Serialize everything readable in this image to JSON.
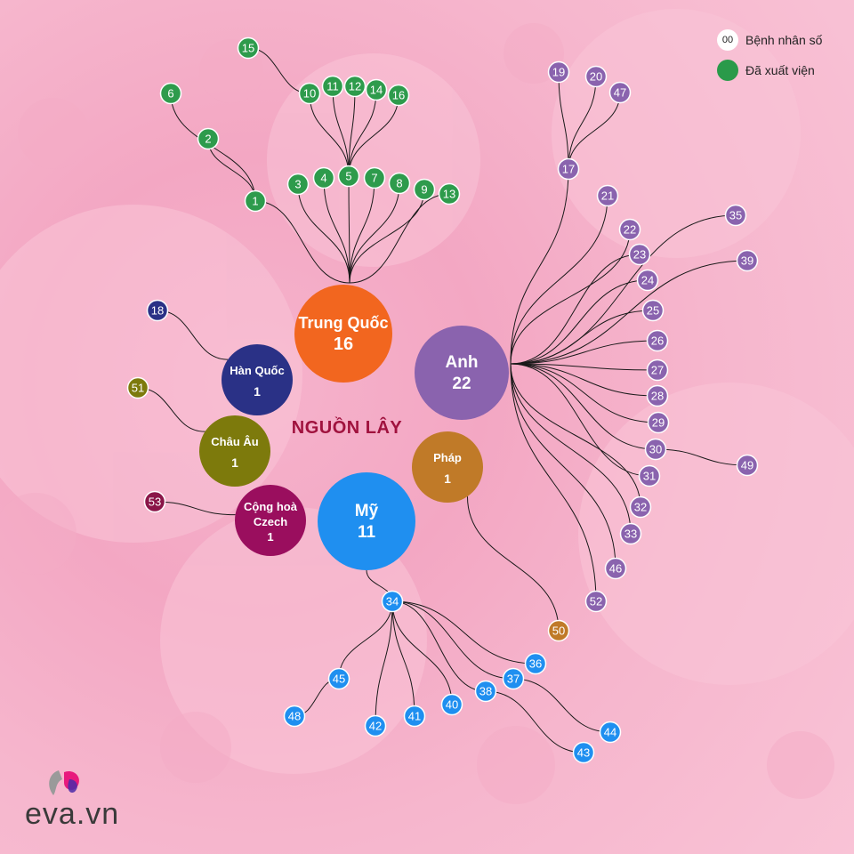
{
  "center_label": "NGUỒN LÂY",
  "legend": {
    "patient_label": "Bệnh nhân số",
    "patient_sample": "00",
    "discharged_label": "Đã xuất viện"
  },
  "logo_text": "eva.vn",
  "colors": {
    "green": "#2e9b4c",
    "purple": "#8a63ae",
    "blue": "#1f8ff0",
    "orange": "#f2661f",
    "navy": "#2a3186",
    "olive": "#7d7a0c",
    "magenta": "#9a0e5e",
    "brown": "#c07a28",
    "maroon": "#8a1548"
  },
  "sources": [
    {
      "id": "trung-quoc",
      "lines": [
        "Trung Quốc",
        "16"
      ],
      "color": "orange"
    },
    {
      "id": "anh",
      "lines": [
        "Anh",
        "22"
      ],
      "color": "purple"
    },
    {
      "id": "han-quoc",
      "lines": [
        "Hàn Quốc",
        "1"
      ],
      "color": "navy"
    },
    {
      "id": "chau-au",
      "lines": [
        "Châu Âu",
        "1"
      ],
      "color": "olive"
    },
    {
      "id": "czech",
      "lines": [
        "Cộng hoà",
        "Czech",
        "1"
      ],
      "color": "magenta"
    },
    {
      "id": "my",
      "lines": [
        "Mỹ",
        "11"
      ],
      "color": "blue"
    },
    {
      "id": "phap",
      "lines": [
        "Pháp",
        "1"
      ],
      "color": "brown"
    }
  ],
  "patients": [
    {
      "n": "1",
      "color": "green",
      "parent": "trung-quoc"
    },
    {
      "n": "2",
      "color": "green",
      "parent": "1"
    },
    {
      "n": "6",
      "color": "green",
      "parent": "1"
    },
    {
      "n": "3",
      "color": "green",
      "parent": "trung-quoc"
    },
    {
      "n": "4",
      "color": "green",
      "parent": "trung-quoc"
    },
    {
      "n": "5",
      "color": "green",
      "parent": "trung-quoc"
    },
    {
      "n": "7",
      "color": "green",
      "parent": "trung-quoc"
    },
    {
      "n": "8",
      "color": "green",
      "parent": "trung-quoc"
    },
    {
      "n": "9",
      "color": "green",
      "parent": "trung-quoc"
    },
    {
      "n": "13",
      "color": "green",
      "parent": "trung-quoc"
    },
    {
      "n": "10",
      "color": "green",
      "parent": "5"
    },
    {
      "n": "11",
      "color": "green",
      "parent": "5"
    },
    {
      "n": "12",
      "color": "green",
      "parent": "5"
    },
    {
      "n": "14",
      "color": "green",
      "parent": "5"
    },
    {
      "n": "16",
      "color": "green",
      "parent": "5"
    },
    {
      "n": "15",
      "color": "green",
      "parent": "10"
    },
    {
      "n": "17",
      "color": "purple",
      "parent": "anh"
    },
    {
      "n": "19",
      "color": "purple",
      "parent": "17"
    },
    {
      "n": "20",
      "color": "purple",
      "parent": "17"
    },
    {
      "n": "47",
      "color": "purple",
      "parent": "17"
    },
    {
      "n": "21",
      "color": "purple",
      "parent": "anh"
    },
    {
      "n": "22",
      "color": "purple",
      "parent": "anh"
    },
    {
      "n": "35",
      "color": "purple",
      "parent": "anh"
    },
    {
      "n": "23",
      "color": "purple",
      "parent": "anh"
    },
    {
      "n": "39",
      "color": "purple",
      "parent": "anh"
    },
    {
      "n": "24",
      "color": "purple",
      "parent": "anh"
    },
    {
      "n": "25",
      "color": "purple",
      "parent": "anh"
    },
    {
      "n": "26",
      "color": "purple",
      "parent": "anh"
    },
    {
      "n": "27",
      "color": "purple",
      "parent": "anh"
    },
    {
      "n": "28",
      "color": "purple",
      "parent": "anh"
    },
    {
      "n": "29",
      "color": "purple",
      "parent": "anh"
    },
    {
      "n": "30",
      "color": "purple",
      "parent": "anh"
    },
    {
      "n": "49",
      "color": "purple",
      "parent": "30"
    },
    {
      "n": "31",
      "color": "purple",
      "parent": "anh"
    },
    {
      "n": "32",
      "color": "purple",
      "parent": "anh"
    },
    {
      "n": "33",
      "color": "purple",
      "parent": "anh"
    },
    {
      "n": "46",
      "color": "purple",
      "parent": "anh"
    },
    {
      "n": "52",
      "color": "purple",
      "parent": "anh"
    },
    {
      "n": "18",
      "color": "navy",
      "parent": "han-quoc"
    },
    {
      "n": "51",
      "color": "olive",
      "parent": "chau-au"
    },
    {
      "n": "53",
      "color": "maroon",
      "parent": "czech"
    },
    {
      "n": "50",
      "color": "brown",
      "parent": "phap"
    },
    {
      "n": "34",
      "color": "blue",
      "parent": "my"
    },
    {
      "n": "45",
      "color": "blue",
      "parent": "34"
    },
    {
      "n": "48",
      "color": "blue",
      "parent": "45"
    },
    {
      "n": "42",
      "color": "blue",
      "parent": "34"
    },
    {
      "n": "41",
      "color": "blue",
      "parent": "34"
    },
    {
      "n": "40",
      "color": "blue",
      "parent": "34"
    },
    {
      "n": "38",
      "color": "blue",
      "parent": "34"
    },
    {
      "n": "43",
      "color": "blue",
      "parent": "38"
    },
    {
      "n": "37",
      "color": "blue",
      "parent": "34"
    },
    {
      "n": "44",
      "color": "blue",
      "parent": "37"
    },
    {
      "n": "36",
      "color": "blue",
      "parent": "34"
    }
  ]
}
